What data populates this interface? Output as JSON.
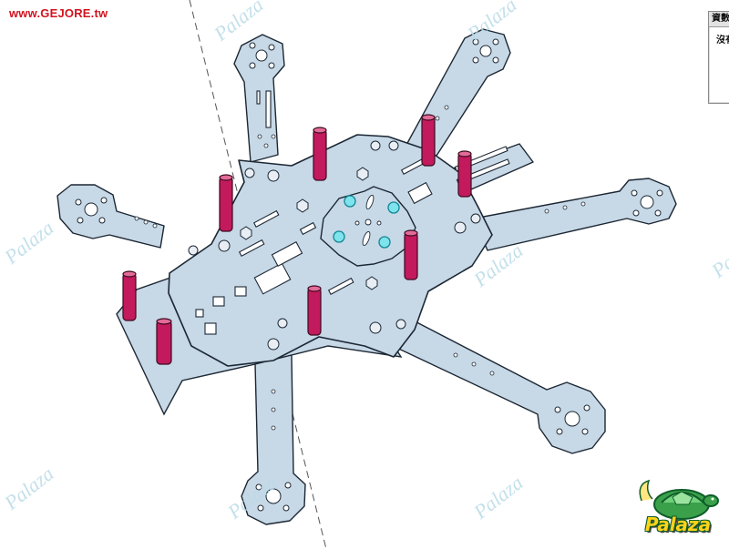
{
  "header": {
    "site_url": "www.GEJORE.tw"
  },
  "watermark": {
    "text": "Palaza"
  },
  "side_panel": {
    "title": "資數",
    "status": "沒有"
  },
  "logo": {
    "text": "Palaza"
  },
  "colors": {
    "plate_fill": "#c7d8e7",
    "plate_stroke": "#1c2733",
    "standoff": "#c21a5c",
    "screw_highlight": "#35c3d2",
    "url_text": "#d2131f",
    "watermark": "#b9dbe8"
  },
  "model": {
    "name": "",
    "arm_count": 6,
    "standoff_count": 8
  }
}
